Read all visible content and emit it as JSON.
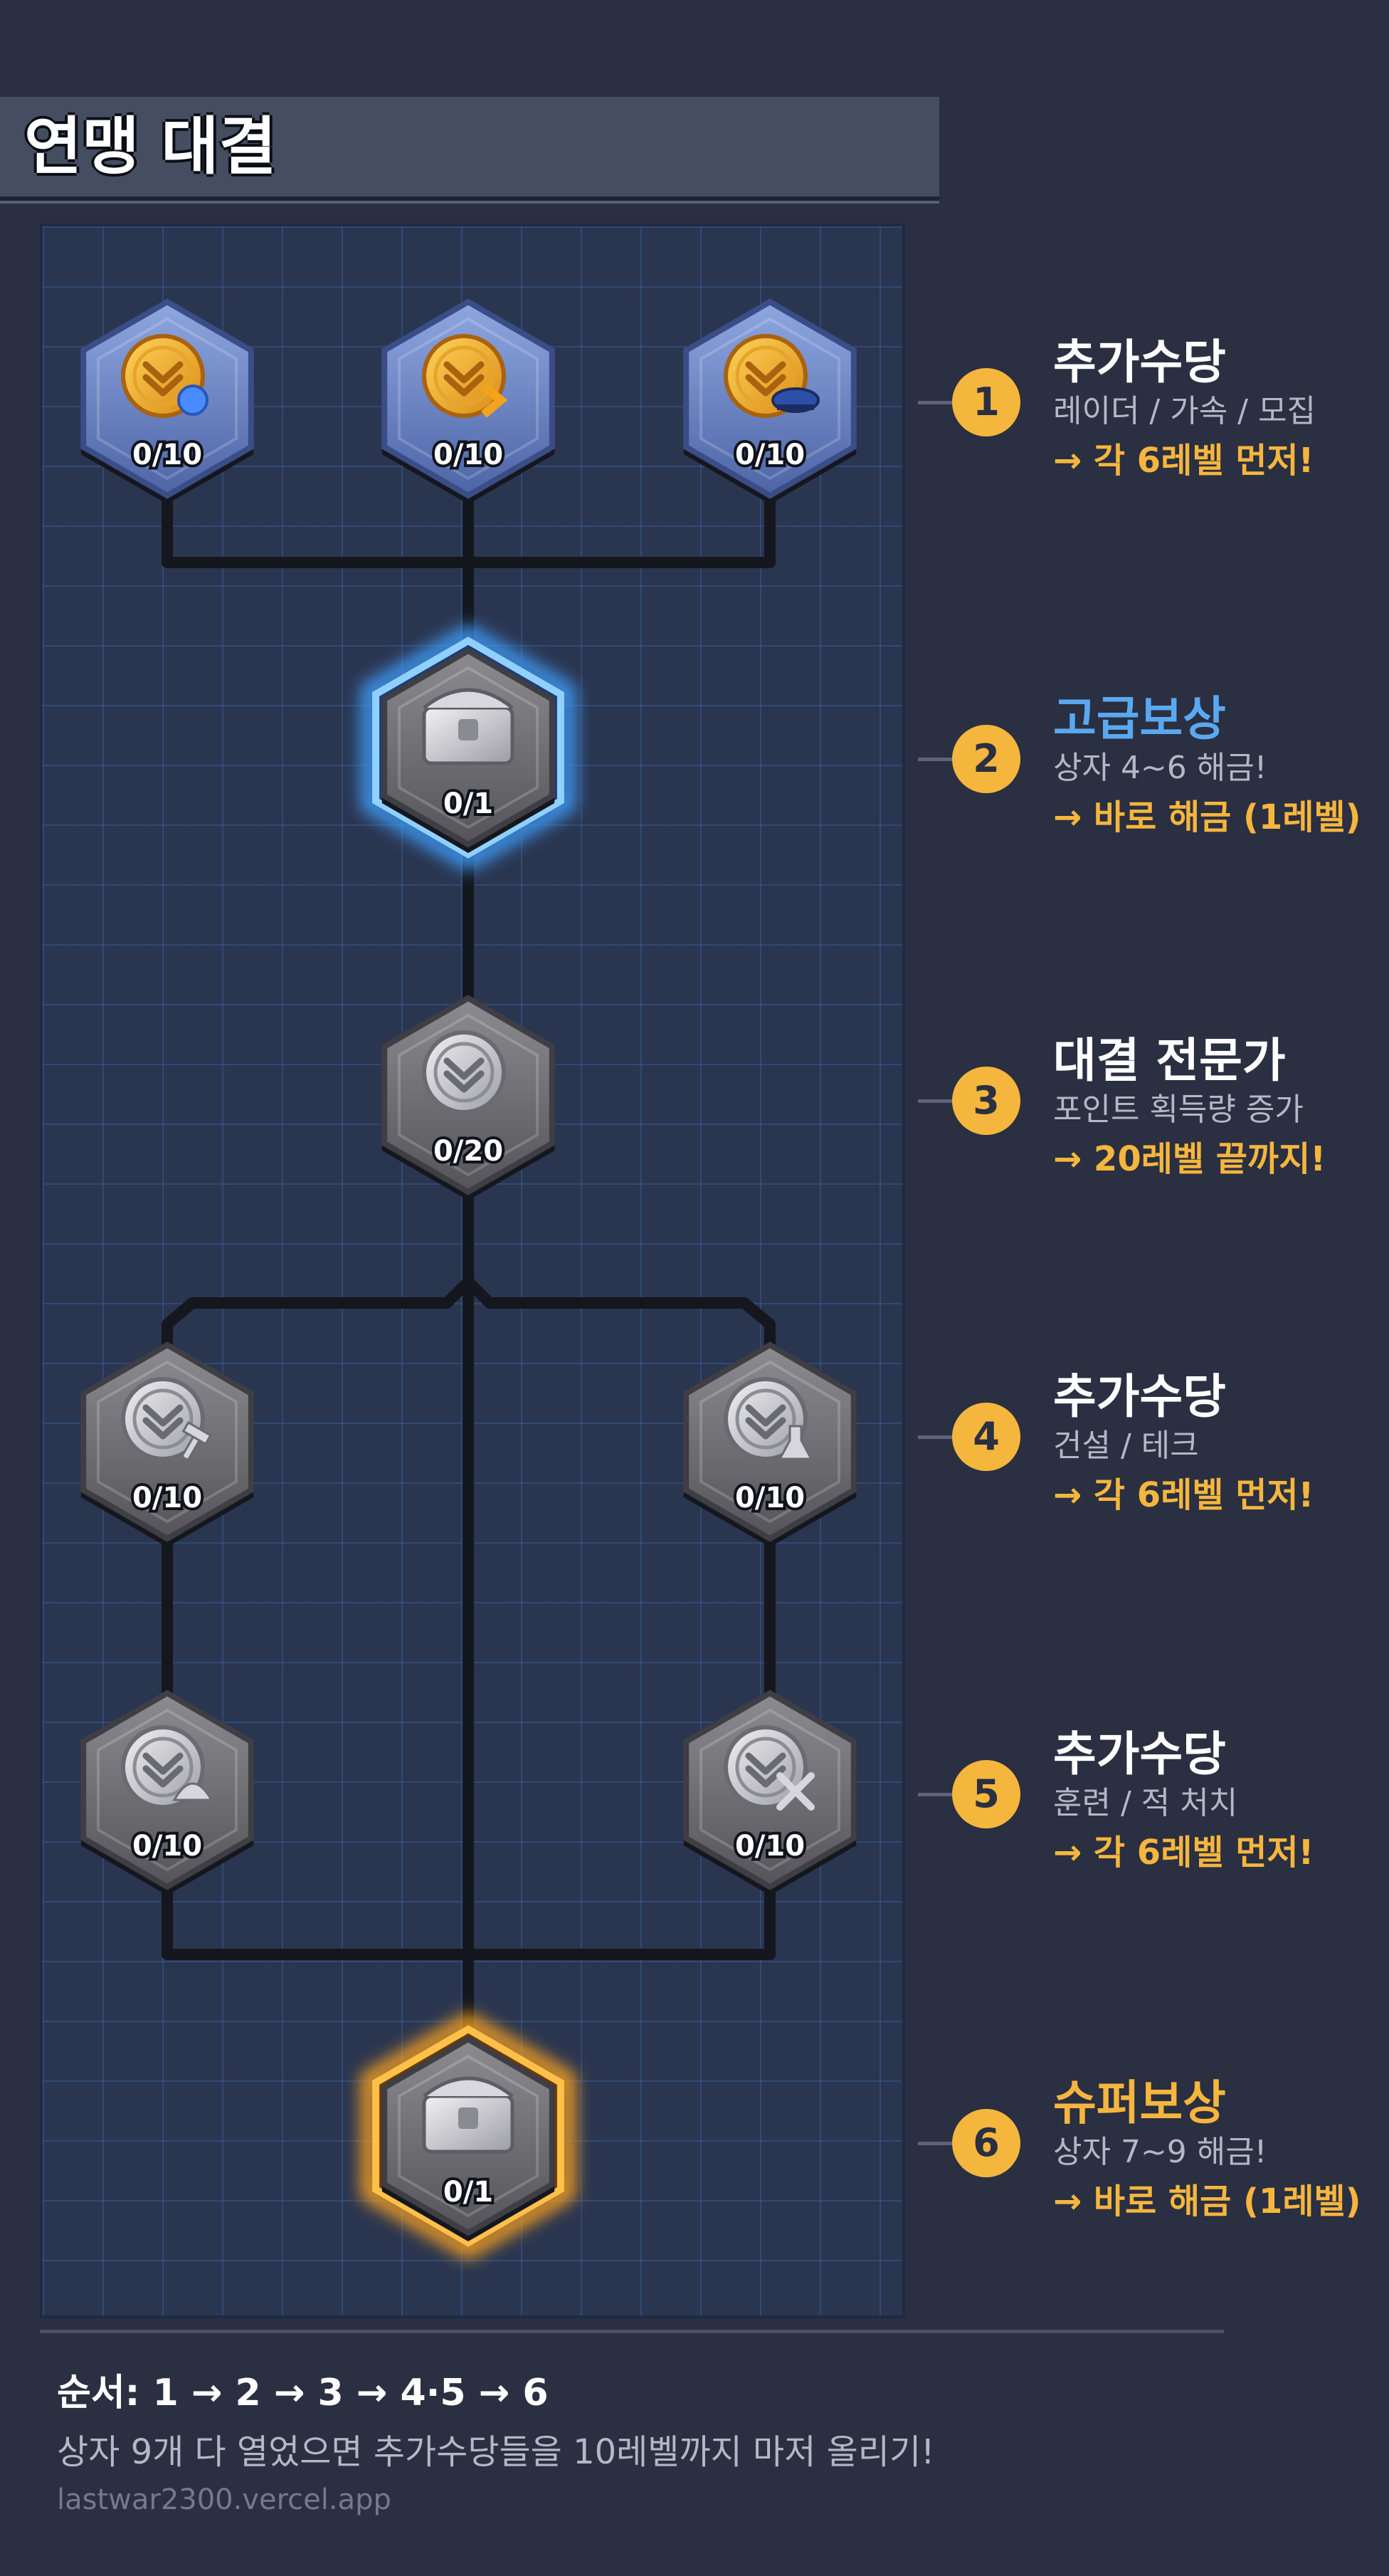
{
  "page": {
    "title": "연맹 대결"
  },
  "colors": {
    "background": "#2a2f41",
    "accent_yellow": "#f5b63e",
    "accent_blue": "#5aa8f0",
    "text_muted": "#b3b8c6",
    "blue_node": "#6b86c8",
    "gray_node": "#6f6f73",
    "glow_blue": "#3fa0ff",
    "glow_gold": "#ffa51e"
  },
  "nodes": [
    {
      "id": "n1",
      "icon": "coin-radar-icon",
      "label": "0/10",
      "style": "blue"
    },
    {
      "id": "n2",
      "icon": "coin-speed-icon",
      "label": "0/10",
      "style": "blue"
    },
    {
      "id": "n3",
      "icon": "coin-recruit-hat-icon",
      "label": "0/10",
      "style": "blue"
    },
    {
      "id": "n4",
      "icon": "chest-icon",
      "label": "0/1",
      "style": "glow-blue"
    },
    {
      "id": "n5",
      "icon": "rank-coin-icon",
      "label": "0/20",
      "style": "gray"
    },
    {
      "id": "n6",
      "icon": "coin-hammer-icon",
      "label": "0/10",
      "style": "gray"
    },
    {
      "id": "n7",
      "icon": "coin-flask-icon",
      "label": "0/10",
      "style": "gray"
    },
    {
      "id": "n8",
      "icon": "coin-helmet-icon",
      "label": "0/10",
      "style": "gray"
    },
    {
      "id": "n9",
      "icon": "coin-crossed-swords-icon",
      "label": "0/10",
      "style": "gray"
    },
    {
      "id": "n10",
      "icon": "chest-icon",
      "label": "0/1",
      "style": "glow-gold"
    }
  ],
  "steps": [
    {
      "num": "1",
      "title": "추가수당",
      "desc": "레이더 / 가속 / 모집",
      "action": "→ 각 6레벨 먼저!",
      "title_color": "#ffffff"
    },
    {
      "num": "2",
      "title": "고급보상",
      "desc": "상자 4~6 해금!",
      "action": "→ 바로 해금 (1레벨)",
      "title_color": "#5aa8f0"
    },
    {
      "num": "3",
      "title": "대결 전문가",
      "desc": "포인트 획득량 증가",
      "action": "→ 20레벨 끝까지!",
      "title_color": "#ffffff"
    },
    {
      "num": "4",
      "title": "추가수당",
      "desc": "건설 / 테크",
      "action": "→ 각 6레벨 먼저!",
      "title_color": "#ffffff"
    },
    {
      "num": "5",
      "title": "추가수당",
      "desc": "훈련 / 적 처치",
      "action": "→ 각 6레벨 먼저!",
      "title_color": "#ffffff"
    },
    {
      "num": "6",
      "title": "슈퍼보상",
      "desc": "상자 7~9 해금!",
      "action": "→ 바로 해금 (1레벨)",
      "title_color": "#f5b63e"
    }
  ],
  "footer": {
    "order": "순서: 1 → 2 → 3 → 4·5 → 6",
    "note": "상자 9개 다 열었으면 추가수당들을 10레벨까지 마저 올리기!",
    "url": "lastwar2300.vercel.app"
  }
}
